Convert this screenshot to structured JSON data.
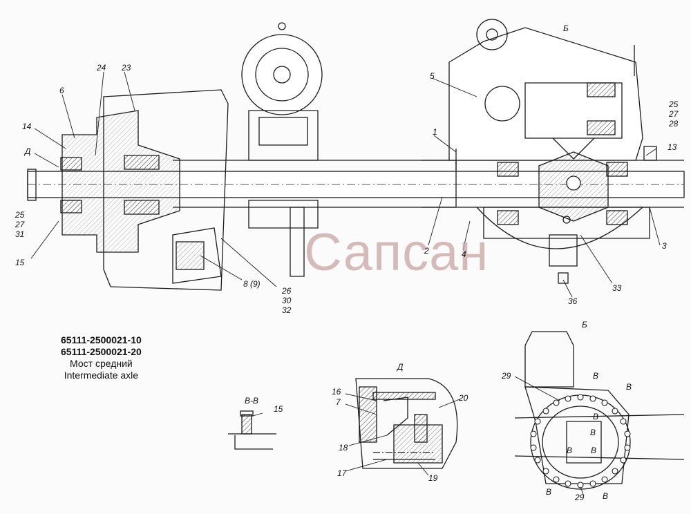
{
  "title": {
    "part_1": "65111-2500021-10",
    "part_2": "65111-2500021-20",
    "name_ru": "Мост средний",
    "name_en": "Intermediate axle"
  },
  "watermark": "Сапсан",
  "views": {
    "section_vv": "В-В",
    "detail_d": "Д",
    "view_b": "Б"
  },
  "callouts": {
    "n1": "1",
    "n2": "2",
    "n3": "3",
    "n4": "4",
    "n5": "5",
    "n6": "6",
    "n7": "7",
    "n8": "8 (9)",
    "n13": "13",
    "n14": "14",
    "n15": "15",
    "n15b": "15",
    "n16": "16",
    "n17": "17",
    "n18": "18",
    "n19": "19",
    "n20": "20",
    "n23": "23",
    "n24": "24",
    "n25": "25",
    "n27": "27",
    "n31": "31",
    "n25r": "25",
    "n27r": "27",
    "n28": "28",
    "n26": "26",
    "n30": "30",
    "n32": "32",
    "n33": "33",
    "n36": "36",
    "n29a": "29",
    "n29b": "29",
    "d_mark": "Д",
    "b_mark": "Б",
    "v1": "В",
    "v2": "В",
    "v3": "В",
    "v4": "В",
    "v5": "В",
    "v6": "В",
    "v7": "В",
    "v8": "В"
  },
  "colors": {
    "line": "#1a1a1a",
    "watermark": "#c9a5a5",
    "paper": "#fbfbfb"
  }
}
